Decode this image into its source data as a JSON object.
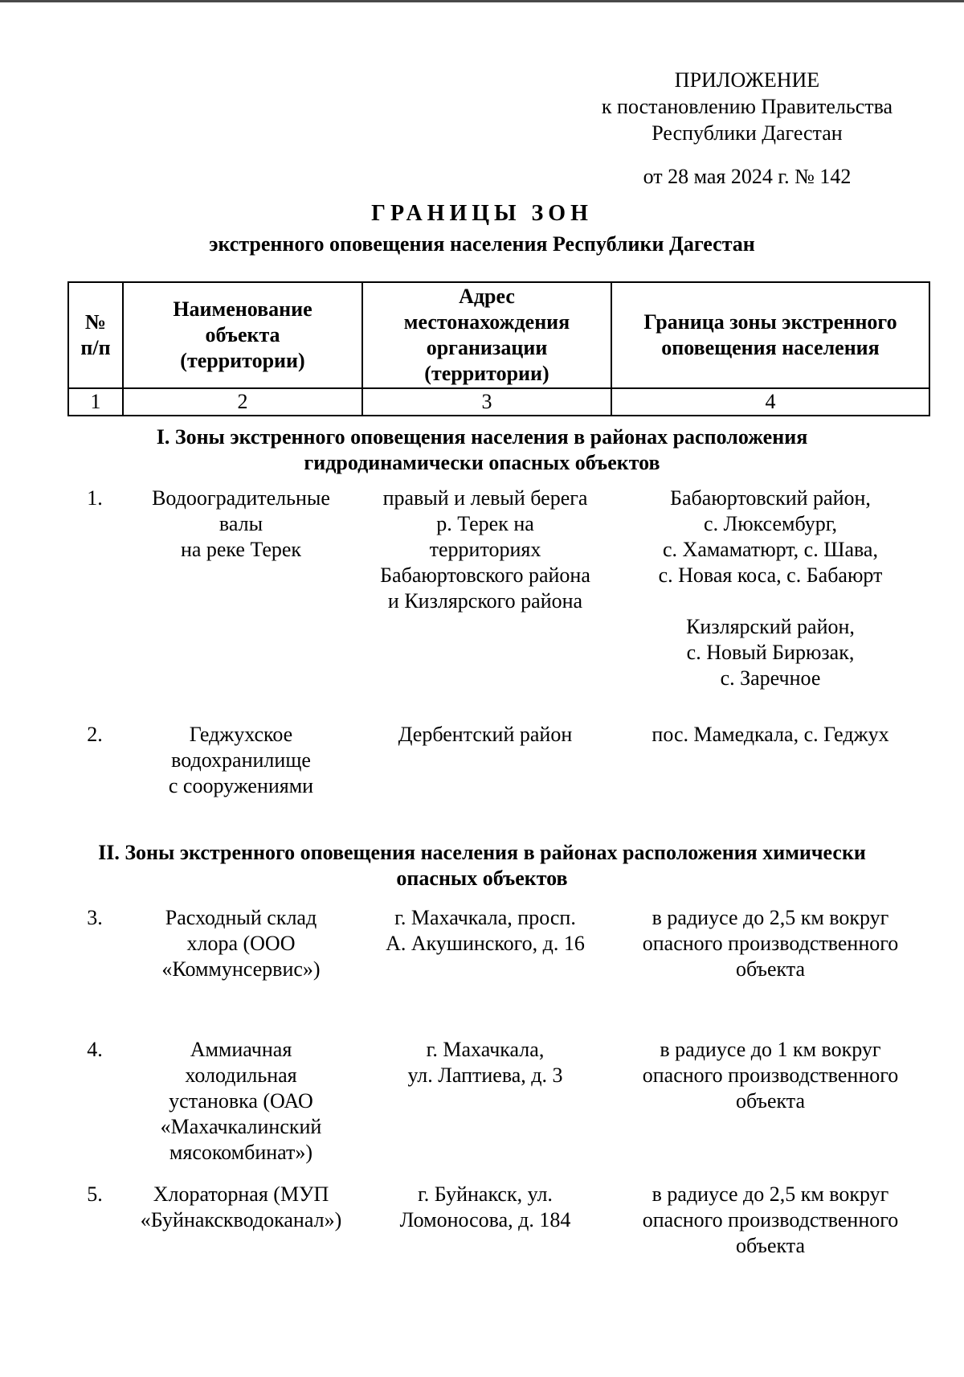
{
  "appendix": {
    "label": "ПРИЛОЖЕНИЕ",
    "line1": "к постановлению Правительства",
    "line2": "Республики Дагестан",
    "date": "от 28 мая 2024 г. № 142"
  },
  "title": {
    "main": "ГРАНИЦЫ ЗОН",
    "sub": "экстренного оповещения населения Республики Дагестан"
  },
  "table": {
    "headers": [
      [
        "№",
        "п/п"
      ],
      [
        "Наименование",
        "объекта",
        "(территории)"
      ],
      [
        "Адрес",
        "местонахождения",
        "организации",
        "(территории)"
      ],
      [
        "Граница зоны экстренного",
        "оповещения населения"
      ]
    ],
    "numbers": [
      "1",
      "2",
      "3",
      "4"
    ]
  },
  "sections": [
    {
      "lines": [
        "I. Зоны экстренного оповещения населения в районах расположения",
        "гидродинамически опасных объектов"
      ],
      "rows": [
        {
          "num": "1.",
          "name": [
            "Водооградительные",
            "валы",
            "на реке Терек"
          ],
          "address": [
            "правый и левый берега",
            "р. Терек на",
            "территориях",
            "Бабаюртовского района",
            "и Кизлярского района"
          ],
          "zone": [
            "Бабаюртовский район,",
            "с. Люксембург,",
            "с. Хамаматюрт, с. Шава,",
            "с. Новая коса, с. Бабаюрт",
            "",
            "Кизлярский район,",
            "с. Новый Бирюзак,",
            "с. Заречное"
          ]
        },
        {
          "num": "2.",
          "name": [
            "Геджухское",
            "водохранилище",
            "с сооружениями"
          ],
          "address": [
            "Дербентский район"
          ],
          "zone": [
            "пос. Мамедкала, с. Геджух"
          ]
        }
      ]
    },
    {
      "lines": [
        "II. Зоны экстренного оповещения населения в районах расположения химически",
        "опасных объектов"
      ],
      "rows": [
        {
          "num": "3.",
          "name": [
            "Расходный склад",
            "хлора (ООО",
            "«Коммунсервис»)"
          ],
          "address": [
            "г. Махачкала, просп.",
            "А. Акушинского, д. 16"
          ],
          "zone": [
            "в радиусе до 2,5 км вокруг",
            "опасного производственного",
            "объекта"
          ]
        },
        {
          "num": "4.",
          "name": [
            "Аммиачная",
            "холодильная",
            "установка (ОАО",
            "«Махачкалинский",
            "мясокомбинат»)"
          ],
          "address": [
            "г. Махачкала,",
            "ул. Лаптиева, д. 3"
          ],
          "zone": [
            "в радиусе до 1 км вокруг",
            "опасного производственного",
            "объекта"
          ]
        },
        {
          "num": "5.",
          "name": [
            "Хлораторная (МУП",
            "«Буйнакскводоканал»)"
          ],
          "address": [
            "г. Буйнакск, ул.",
            "Ломоносова, д. 184"
          ],
          "zone": [
            "в радиусе до 2,5 км вокруг",
            "опасного производственного",
            "объекта"
          ]
        }
      ]
    }
  ]
}
